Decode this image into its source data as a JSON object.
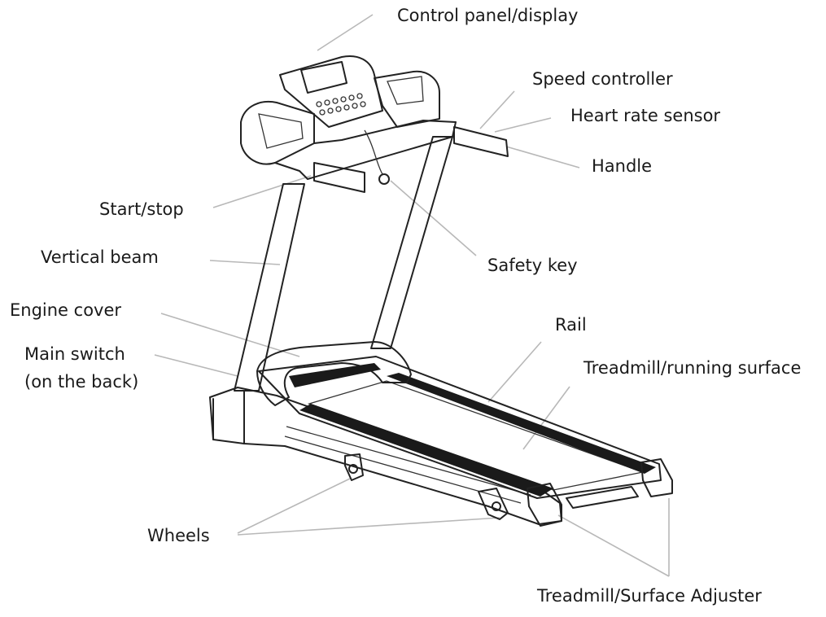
{
  "labels": {
    "control_panel": "Control panel/display",
    "speed_controller": "Speed controller",
    "heart_rate_sensor": "Heart rate sensor",
    "handle": "Handle",
    "start_stop": "Start/stop",
    "safety_key": "Safety key",
    "vertical_beam": "Vertical beam",
    "engine_cover": "Engine cover",
    "main_switch_line1": "Main switch",
    "main_switch_line2": "(on the back)",
    "rail": "Rail",
    "running_surface": "Treadmill/running surface",
    "wheels": "Wheels",
    "surface_adjuster": "Treadmill/Surface Adjuster"
  },
  "colors": {
    "line": "#222222",
    "leader": "#b8b8b8",
    "belt": "#1a1a1a",
    "text": "#1a1a1a"
  }
}
